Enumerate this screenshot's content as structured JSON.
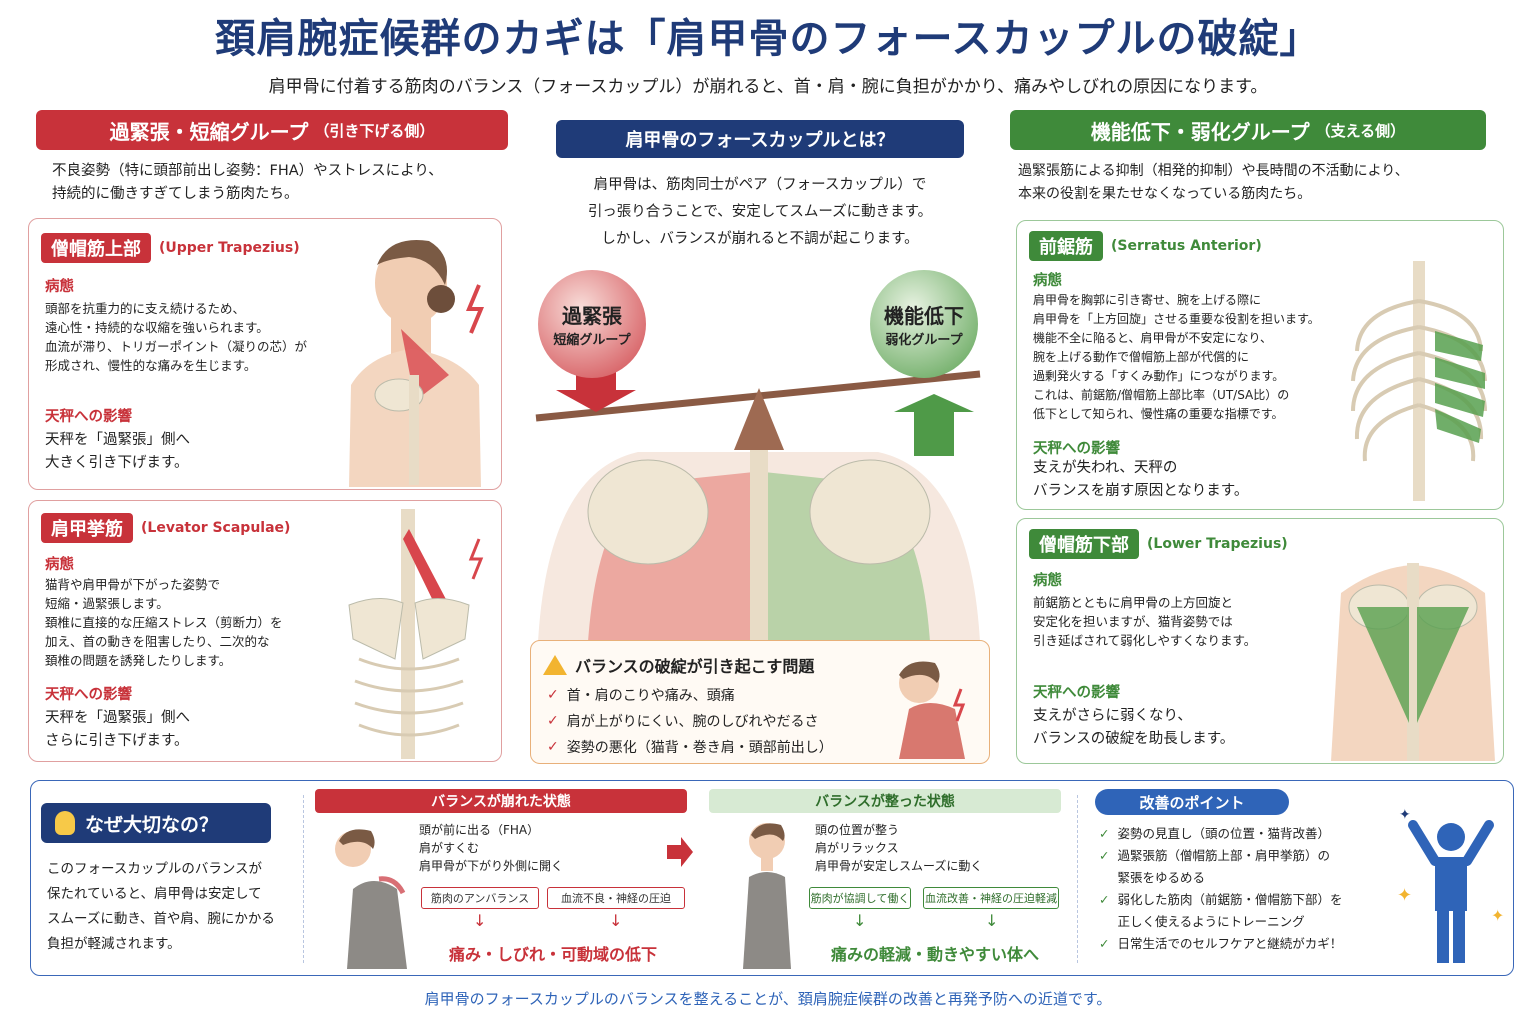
{
  "title": "頚肩腕症候群のカギは「肩甲骨のフォースカップルの破綻」",
  "subtitle": "肩甲骨に付着する筋肉のバランス（フォースカップル）が崩れると、首・肩・腕に負担がかかり、痛みやしびれの原因になります。",
  "left": {
    "header": "過緊張・短縮グループ",
    "header_sub": "（引き下げる側）",
    "intro": [
      "不良姿勢（特に頭部前出し姿勢：FHA）やストレスにより、",
      "持続的に働きすぎてしまう筋肉たち。"
    ],
    "cards": [
      {
        "tag": "僧帽筋上部",
        "latin": "(Upper Trapezius)",
        "pathology_label": "病態",
        "pathology": [
          "頭部を抗重力的に支え続けるため、",
          "遠心性・持続的な収縮を強いられます。",
          "血流が滞り、トリガーポイント（凝りの芯）が",
          "形成され、慢性的な痛みを生じます。"
        ],
        "effect_label": "天秤への影響",
        "effect": [
          "天秤を「過緊張」側へ",
          "大きく引き下げます。"
        ]
      },
      {
        "tag": "肩甲挙筋",
        "latin": "(Levator Scapulae)",
        "pathology_label": "病態",
        "pathology": [
          "猫背や肩甲骨が下がった姿勢で",
          "短縮・過緊張します。",
          "頚椎に直接的な圧縮ストレス（剪断力）を",
          "加え、首の動きを阻害したり、二次的な",
          "頚椎の問題を誘発したりします。"
        ],
        "effect_label": "天秤への影響",
        "effect": [
          "天秤を「過緊張」側へ",
          "さらに引き下げます。"
        ]
      }
    ]
  },
  "center": {
    "header": "肩甲骨のフォースカップルとは？",
    "intro": [
      "肩甲骨は、筋肉同士がペア（フォースカップル）で",
      "引っ張り合うことで、安定してスムーズに動きます。",
      "しかし、バランスが崩れると不調が起こります。"
    ],
    "ball_left": {
      "big": "過緊張",
      "small": "短縮グループ"
    },
    "ball_right": {
      "big": "機能低下",
      "small": "弱化グループ"
    },
    "problem_title": "バランスの破綻が引き起こす問題",
    "problems": [
      "首・肩のこりや痛み、頭痛",
      "肩が上がりにくい、腕のしびれやだるさ",
      "姿勢の悪化（猫背・巻き肩・頭部前出し）"
    ]
  },
  "right": {
    "header": "機能低下・弱化グループ",
    "header_sub": "（支える側）",
    "intro": [
      "過緊張筋による抑制（相発的抑制）や長時間の不活動により、",
      "本来の役割を果たせなくなっている筋肉たち。"
    ],
    "cards": [
      {
        "tag": "前鋸筋",
        "latin": "(Serratus Anterior)",
        "pathology_label": "病態",
        "pathology": [
          "肩甲骨を胸郭に引き寄せ、腕を上げる際に",
          "肩甲骨を「上方回旋」させる重要な役割を担います。",
          "機能不全に陥ると、肩甲骨が不安定になり、",
          "腕を上げる動作で僧帽筋上部が代償的に",
          "過剰発火する「すくみ動作」につながります。",
          "これは、前鋸筋/僧帽筋上部比率（UT/SA比）の",
          "低下として知られ、慢性痛の重要な指標です。"
        ],
        "effect_label": "天秤への影響",
        "effect": [
          "支えが失われ、天秤の",
          "バランスを崩す原因となります。"
        ]
      },
      {
        "tag": "僧帽筋下部",
        "latin": "(Lower Trapezius)",
        "pathology_label": "病態",
        "pathology": [
          "前鋸筋とともに肩甲骨の上方回旋と",
          "安定化を担いますが、猫背姿勢では",
          "引き延ばされて弱化しやすくなります。"
        ],
        "effect_label": "天秤への影響",
        "effect": [
          "支えがさらに弱くなり、",
          "バランスの破綻を助長します。"
        ]
      }
    ]
  },
  "bottom": {
    "why_title": "なぜ大切なの？",
    "why_text": [
      "このフォースカップルのバランスが",
      "保たれていると、肩甲骨は安定して",
      "スムーズに動き、首や肩、腕にかかる",
      "負担が軽減されます。"
    ],
    "broken": {
      "band": "バランスが崩れた状態",
      "points": [
        "頭が前に出る（FHA）",
        "肩がすくむ",
        "肩甲骨が下がり外側に開く"
      ],
      "boxes": [
        "筋肉のアンバランス",
        "血流不良・神経の圧迫"
      ],
      "result": "痛み・しびれ・可動域の低下"
    },
    "balanced": {
      "band": "バランスが整った状態",
      "points": [
        "頭の位置が整う",
        "肩がリラックス",
        "肩甲骨が安定しスムーズに動く"
      ],
      "boxes": [
        "筋肉が協調して働く",
        "血流改善・神経の圧迫軽減"
      ],
      "result": "痛みの軽減・動きやすい体へ"
    },
    "improve": {
      "band": "改善のポイント",
      "items": [
        [
          "姿勢の見直し（頭の位置・猫背改善）"
        ],
        [
          "過緊張筋（僧帽筋上部・肩甲挙筋）の",
          "緊張をゆるめる"
        ],
        [
          "弱化した筋肉（前鋸筋・僧帽筋下部）を",
          "正しく使えるようにトレーニング"
        ],
        [
          "日常生活でのセルフケアと継続がカギ！"
        ]
      ]
    }
  },
  "footer": "肩甲骨のフォースカップルのバランスを整えることが、頚肩腕症候群の改善と再発予防への近道です。",
  "colors": {
    "red": "#c8323a",
    "green": "#3f8a3a",
    "navy": "#1f3b78",
    "blue": "#2f64b8"
  }
}
